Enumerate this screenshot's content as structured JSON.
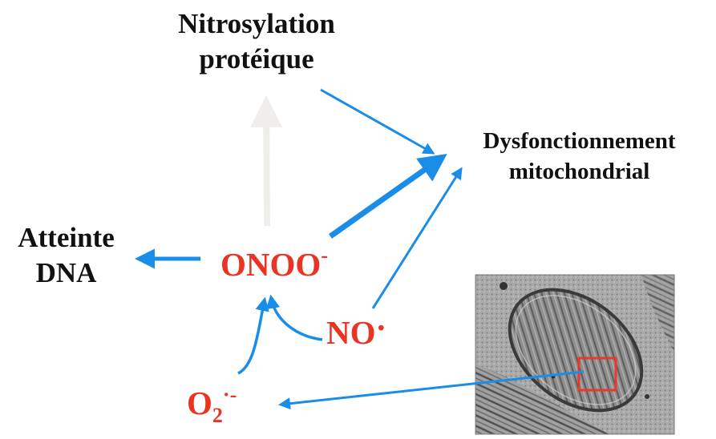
{
  "labels": {
    "nitrosylation": [
      "Nitrosylation",
      "protéique"
    ],
    "dysfonctionnement": [
      "Dysfonctionnement",
      "mitochondrial"
    ],
    "atteinte_dna": [
      "Atteinte",
      "DNA"
    ],
    "onoo": {
      "base": "ONOO",
      "sup": "-"
    },
    "no": {
      "base": "NO",
      "dot": "·"
    },
    "o2": {
      "base": "O",
      "sub": "2",
      "sup": "·-"
    }
  },
  "colors": {
    "arrow": "#1a8de9",
    "faded_arrow": "#f0eeea",
    "species": "#ea3323",
    "text": "#111111",
    "highlight_box": "#e8392a"
  },
  "image": {
    "description_icon": "mitochondria-micrograph"
  }
}
